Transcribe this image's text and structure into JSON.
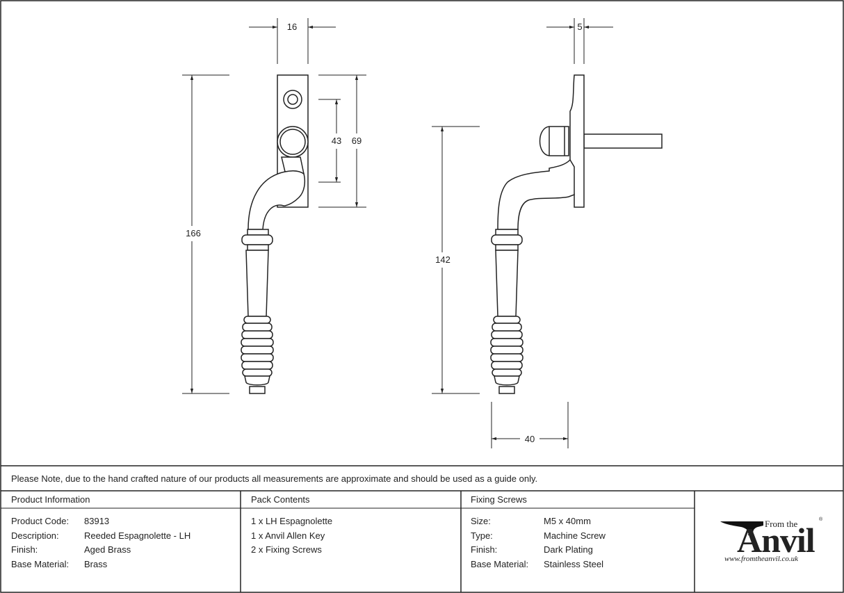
{
  "dimensions": {
    "front_width": "16",
    "front_height": "166",
    "plate_inner": "43",
    "plate_height": "69",
    "side_thickness": "5",
    "side_height": "142",
    "side_projection": "40"
  },
  "note": "Please Note, due to the hand crafted nature of our products all measurements are approximate and should be used as a guide only.",
  "product_info": {
    "heading": "Product Information",
    "rows": [
      {
        "label": "Product Code:",
        "value": "83913"
      },
      {
        "label": "Description:",
        "value": "Reeded Espagnolette - LH"
      },
      {
        "label": "Finish:",
        "value": "Aged Brass"
      },
      {
        "label": "Base Material:",
        "value": "Brass"
      }
    ]
  },
  "pack_contents": {
    "heading": "Pack Contents",
    "items": [
      "1 x LH Espagnolette",
      "1 x Anvil Allen Key",
      "2 x Fixing Screws"
    ]
  },
  "fixing_screws": {
    "heading": "Fixing Screws",
    "rows": [
      {
        "label": "Size:",
        "value": "M5 x 40mm"
      },
      {
        "label": "Type:",
        "value": "Machine Screw"
      },
      {
        "label": "Finish:",
        "value": "Dark Plating"
      },
      {
        "label": "Base Material:",
        "value": "Stainless Steel"
      }
    ]
  },
  "logo": {
    "from_the": "From the",
    "registered": "®",
    "word": "Anvil",
    "url": "www.fromtheanvil.co.uk"
  }
}
